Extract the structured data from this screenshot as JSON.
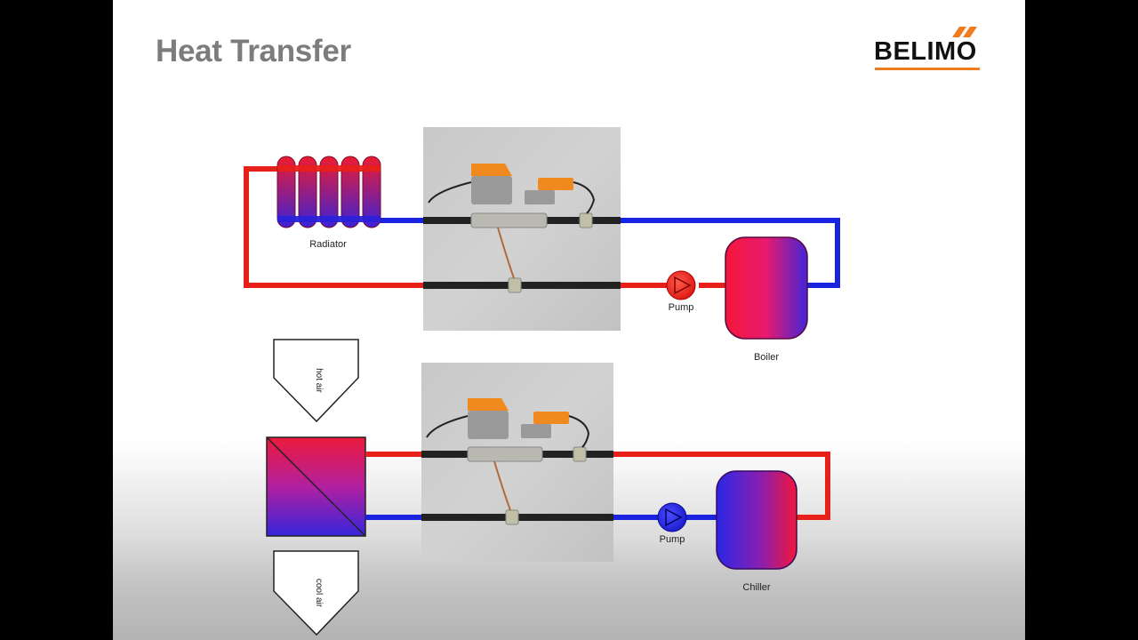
{
  "slide": {
    "title": "Heat Transfer",
    "logo_text": "BELIMO"
  },
  "diagram": {
    "heating_loop": {
      "radiator_label": "Radiator",
      "pump_label": "Pump",
      "boiler_label": "Boiler"
    },
    "cooling_loop": {
      "hot_air_label": "hot air",
      "cool_air_label": "cool air",
      "pump_label": "Pump",
      "chiller_label": "Chiller"
    }
  },
  "colors": {
    "hot": "#e8201a",
    "cold": "#1a23e0",
    "actuator": "#f08a1e",
    "logo_accent": "#f07c20",
    "title": "#7c7c7c"
  }
}
